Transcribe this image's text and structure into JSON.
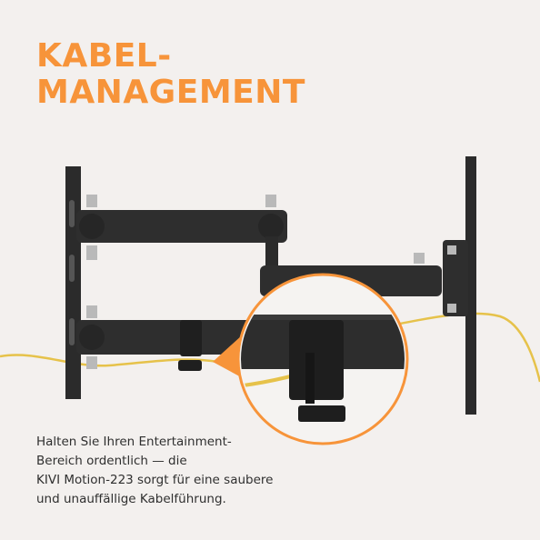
{
  "headline": {
    "line1": "KABEL-",
    "line2": "MANAGEMENT"
  },
  "description": {
    "line1": "Halten Sie Ihren Entertainment-",
    "line2": "Bereich ordentlich — die",
    "line3": "KIVI Motion-223 sorgt für eine saubere",
    "line4": "und unauffällige Kabelführung."
  },
  "colors": {
    "background": "#f3f0ee",
    "accent": "#f7943a",
    "bracket": "#2b2b2b",
    "cable": "#e6c24a"
  }
}
